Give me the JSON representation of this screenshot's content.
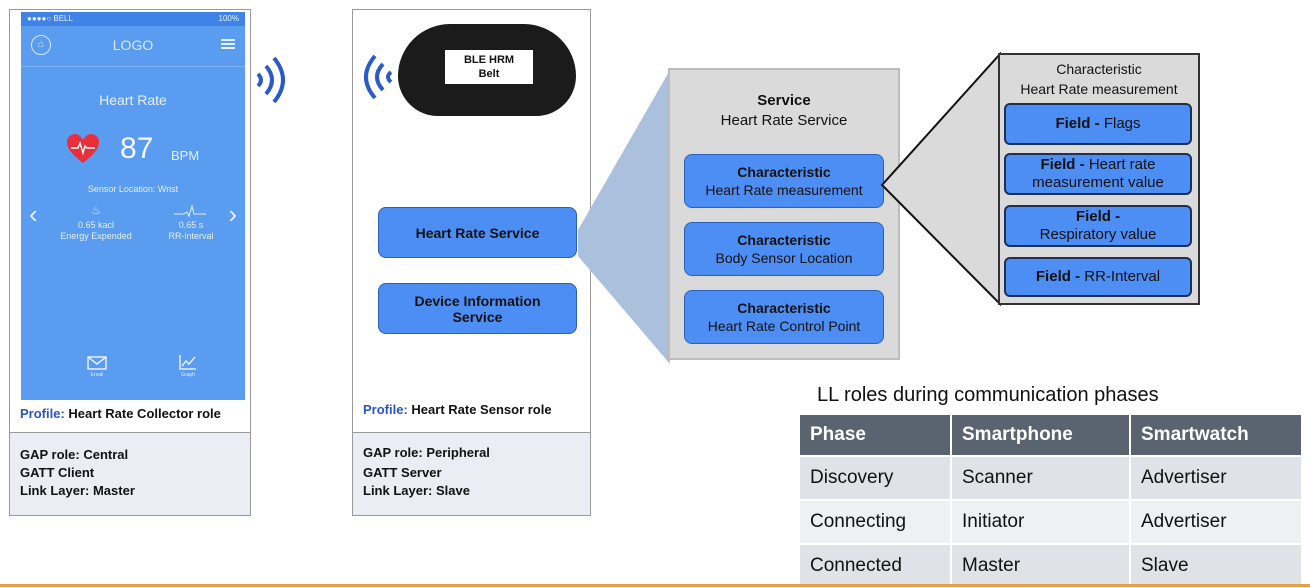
{
  "collector": {
    "status_left": "●●●●○ BELL",
    "status_right": "100%",
    "logo": "LOGO",
    "screen_title": "Heart Rate",
    "bpm_value": "87",
    "bpm_unit": "BPM",
    "sensor_location": "Sensor Location: Wrist",
    "energy_value": "0.65 kacl",
    "energy_label": "Energy Expended",
    "rr_value": "0.65 s",
    "rr_label": "RR-interval",
    "mail_label": "Email",
    "chart_label": "Graph",
    "profile_key": "Profile:",
    "profile_value": "Heart Rate Collector role",
    "gap_role": "GAP role: Central",
    "gatt": "GATT Client",
    "link_layer": "Link Layer: Master"
  },
  "sensor": {
    "device_label_line1": "BLE HRM",
    "device_label_line2": "Belt",
    "service1": "Heart Rate Service",
    "service2_line1": "Device Information",
    "service2_line2": "Service",
    "profile_key": "Profile:",
    "profile_value": "Heart Rate Sensor role",
    "gap_role": "GAP role: Peripheral",
    "gatt": "GATT Server",
    "link_layer": "Link Layer: Slave"
  },
  "service_panel": {
    "title": "Service",
    "subtitle": "Heart Rate Service",
    "characteristics": [
      {
        "title": "Characteristic",
        "name": "Heart Rate measurement"
      },
      {
        "title": "Characteristic",
        "name": "Body Sensor Location"
      },
      {
        "title": "Characteristic",
        "name": "Heart Rate Control Point"
      }
    ]
  },
  "characteristic_panel": {
    "title": "Characteristic",
    "subtitle": "Heart Rate measurement",
    "fields": [
      {
        "key": "Field",
        "sep": " - ",
        "line1": "Flags",
        "line2": ""
      },
      {
        "key": "Field",
        "sep": " - ",
        "line1": "Heart rate",
        "line2": "measurement value"
      },
      {
        "key": "Field",
        "sep": " -",
        "line1": "",
        "line2": "Respiratory value"
      },
      {
        "key": "Field",
        "sep": " - ",
        "line1": "RR-Interval",
        "line2": ""
      }
    ]
  },
  "ll_table": {
    "caption": "LL roles during communication phases",
    "headers": [
      "Phase",
      "Smartphone",
      "Smartwatch"
    ],
    "rows": [
      [
        "Discovery",
        "Scanner",
        "Advertiser"
      ],
      [
        "Connecting",
        "Initiator",
        "Advertiser"
      ],
      [
        "Connected",
        "Master",
        "Slave"
      ]
    ]
  },
  "colors": {
    "box_blue": "#4d8ef5",
    "screen_blue": "#5a9cf0",
    "table_header": "#5a6470",
    "profile_key": "#2a55c8"
  }
}
